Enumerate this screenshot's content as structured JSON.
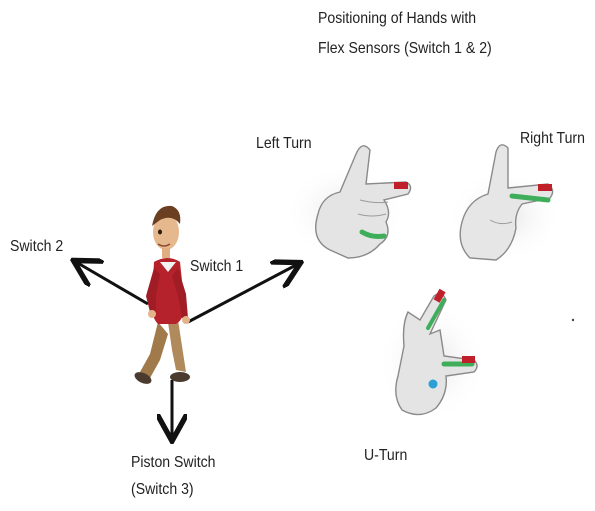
{
  "title": {
    "line1": "Positioning of Hands with",
    "line2": "Flex Sensors (Switch 1 & 2)"
  },
  "labels": {
    "switch_2": "Switch 2",
    "switch_1": "Switch 1",
    "piston_switch": "Piston Switch",
    "switch_3": "(Switch 3)",
    "left_turn": "Left Turn",
    "right_turn": "Right Turn",
    "u_turn": "U-Turn"
  },
  "colors": {
    "arrow": "#111111",
    "skin": "#e2e2e2",
    "sensor_green": "#3fae5a",
    "sensor_red": "#c0202a",
    "marker_blue": "#2a9fd8",
    "shirt": "#b5222b",
    "pants": "#b08a5a"
  }
}
